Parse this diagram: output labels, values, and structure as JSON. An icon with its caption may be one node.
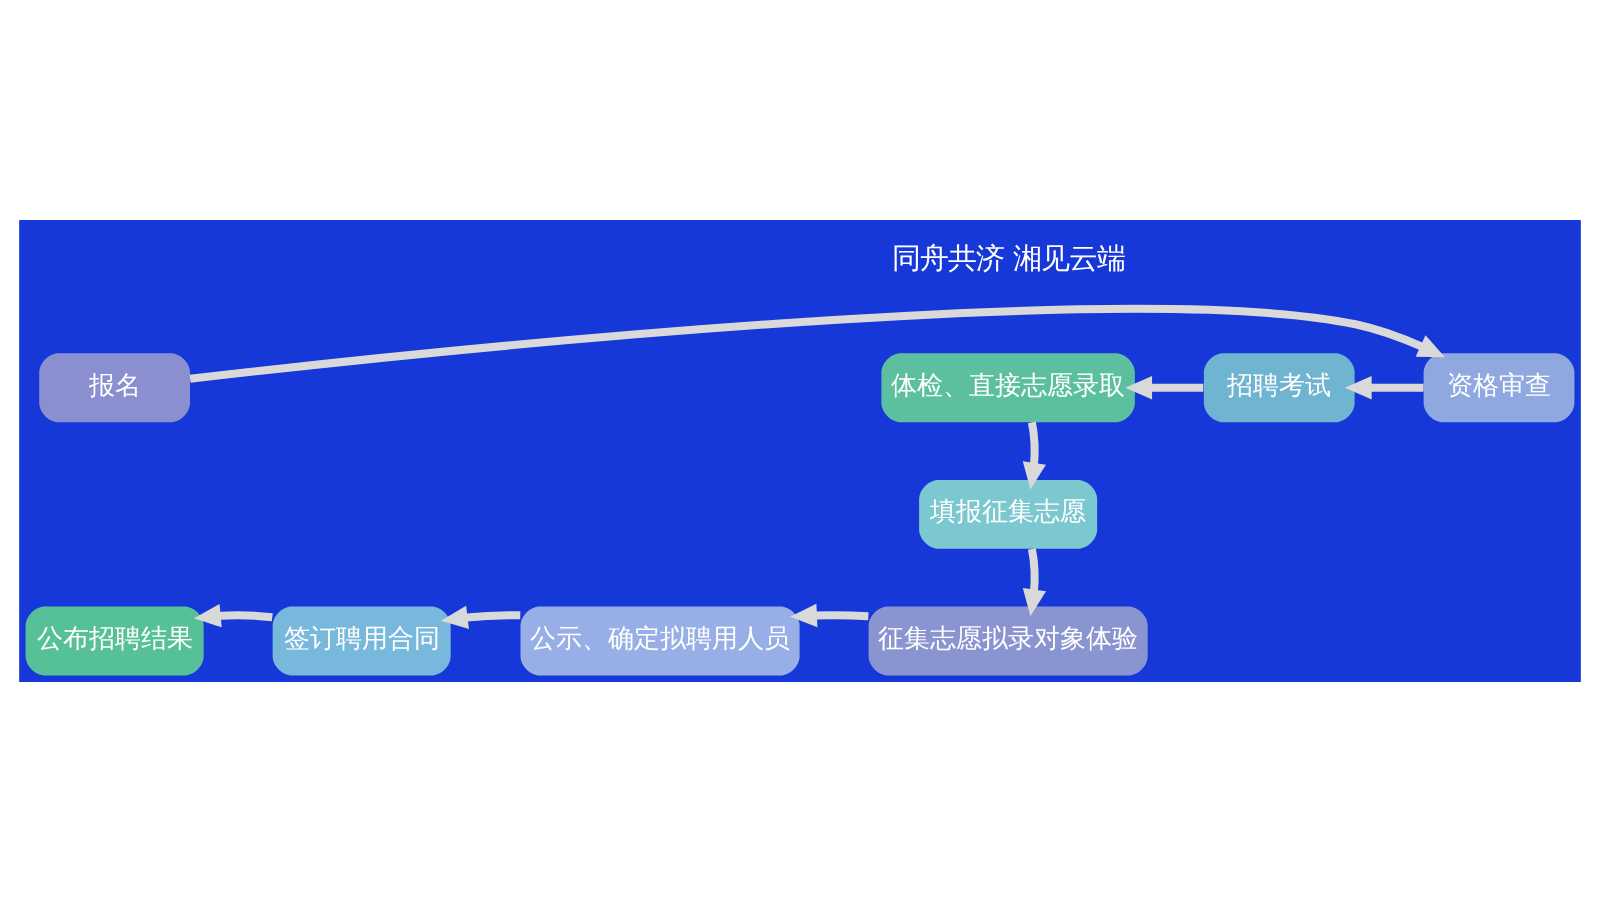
{
  "diagram": {
    "nodes": [
      {
        "text": [
          "报名"
        ]
      },
      {
        "text": [
          "资格审查"
        ]
      },
      {
        "text": [
          "招聘考试"
        ]
      },
      {
        "text": [
          "体检、直接志愿录取"
        ]
      },
      {
        "text": [
          "填报征集志愿"
        ]
      },
      {
        "text": [
          "征集志愿拟录对象体验"
        ]
      },
      {
        "text": [
          "公示、确定拟聘用人员"
        ]
      },
      {
        "text": [
          "签订聘用合同"
        ]
      },
      {
        "text": [
          "公布招聘结果"
        ]
      }
    ],
    "edges": [
      {
        "from": 0,
        "to": 1,
        "arrow": "to"
      },
      {
        "from": 1,
        "to": 2,
        "arrow": "to"
      },
      {
        "from": 2,
        "to": 3,
        "arrow": "to"
      },
      {
        "from": 3,
        "to": 4,
        "arrow": "to"
      },
      {
        "from": 4,
        "to": 5,
        "arrow": "to"
      },
      {
        "from": 5,
        "to": 6,
        "arrow": "to"
      },
      {
        "from": 6,
        "to": 7,
        "arrow": "to"
      },
      {
        "from": 7,
        "to": 8,
        "arrow": "to"
      }
    ],
    "labels": [
      "同舟共济 湘见云端"
    ]
  }
}
